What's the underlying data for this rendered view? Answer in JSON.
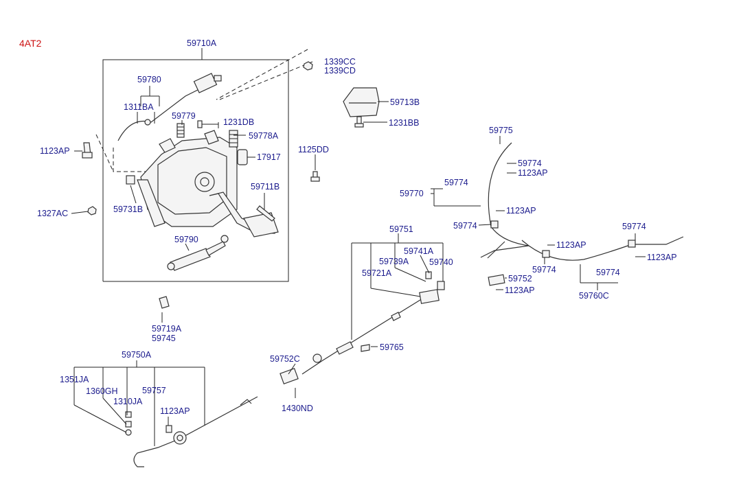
{
  "diagram": {
    "code": "4AT2",
    "labels": [
      "59710A",
      "1339CC",
      "1339CD",
      "59780",
      "1311BA",
      "59779",
      "1231DB",
      "59778A",
      "17917",
      "1123AP",
      "1327AC",
      "59731B",
      "59711B",
      "59790",
      "59713B",
      "1231BB",
      "1125DD",
      "59775",
      "59774",
      "1123AP",
      "59770",
      "59774",
      "1123AP",
      "59774",
      "59774",
      "1123AP",
      "59774",
      "1123AP",
      "59752",
      "1123AP",
      "59774",
      "59760C",
      "59751",
      "59741A",
      "59739A",
      "59740",
      "59721A",
      "59719A",
      "59745",
      "59765",
      "59752C",
      "1430ND",
      "59750A",
      "1351JA",
      "1360GH",
      "1310JA",
      "59757",
      "1123AP"
    ]
  }
}
